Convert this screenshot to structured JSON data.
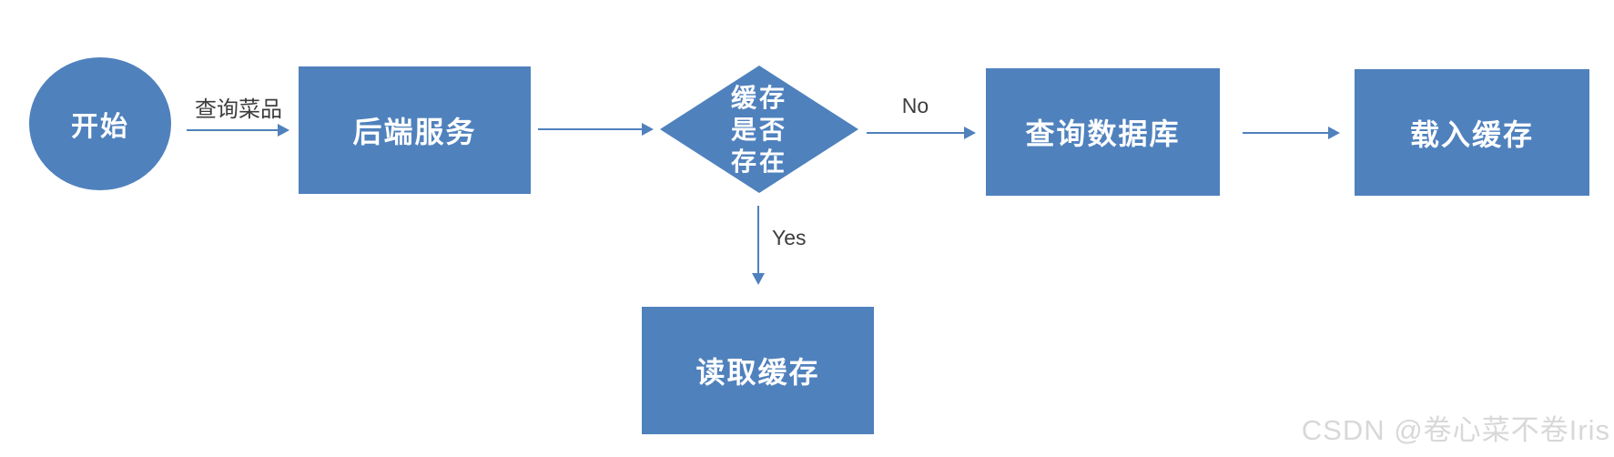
{
  "watermark": {
    "text": "CSDN @卷心菜不卷Iris"
  },
  "diagram": {
    "type": "flowchart",
    "colors": {
      "shape_fill": "#4f81bd",
      "shape_text": "#ffffff",
      "arrow": "#4f81bd",
      "edge_label_text": "#3d3d3d",
      "watermark_text": "#d8d8d8",
      "background": "#ffffff"
    },
    "nodes": {
      "start": {
        "shape": "ellipse",
        "label": "开始"
      },
      "backend": {
        "shape": "rect",
        "label": "后端服务"
      },
      "decision": {
        "shape": "diamond",
        "label": "缓存是否存在",
        "label_lines": [
          "缓存",
          "是否",
          "存在"
        ]
      },
      "query_db": {
        "shape": "rect",
        "label": "查询数据库"
      },
      "load_cache": {
        "shape": "rect",
        "label": "载入缓存"
      },
      "read_cache": {
        "shape": "rect",
        "label": "读取缓存"
      }
    },
    "edges": [
      {
        "from": "start",
        "to": "backend",
        "label": "查询菜品"
      },
      {
        "from": "backend",
        "to": "decision",
        "label": ""
      },
      {
        "from": "decision",
        "to": "query_db",
        "label": "No"
      },
      {
        "from": "query_db",
        "to": "load_cache",
        "label": ""
      },
      {
        "from": "decision",
        "to": "read_cache",
        "label": "Yes"
      }
    ]
  }
}
